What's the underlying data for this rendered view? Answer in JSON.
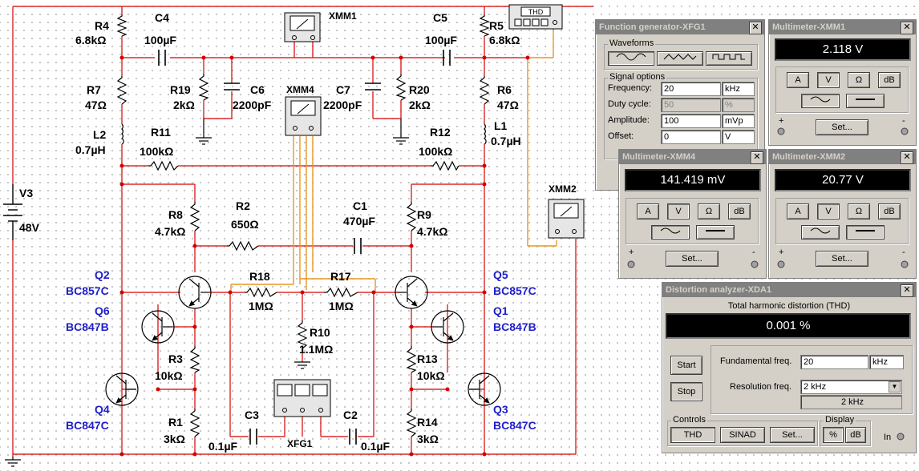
{
  "schematic": {
    "components": {
      "r4": {
        "name": "R4",
        "value": "6.8kΩ"
      },
      "c4": {
        "name": "C4",
        "value": "100µF"
      },
      "r7": {
        "name": "R7",
        "value": "47Ω"
      },
      "r19": {
        "name": "R19",
        "value": "2kΩ"
      },
      "c6": {
        "name": "C6",
        "value": "2200pF"
      },
      "c7": {
        "name": "C7",
        "value": "2200pF"
      },
      "r20": {
        "name": "R20",
        "value": "2kΩ"
      },
      "c5": {
        "name": "C5",
        "value": "100µF"
      },
      "r5": {
        "name": "R5",
        "value": "6.8kΩ"
      },
      "r6": {
        "name": "R6",
        "value": "47Ω"
      },
      "l2": {
        "name": "L2",
        "value": "0.7µH"
      },
      "l1": {
        "name": "L1",
        "value": "0.7µH"
      },
      "r11": {
        "name": "R11",
        "value": "100kΩ"
      },
      "r12": {
        "name": "R12",
        "value": "100kΩ"
      },
      "v3": {
        "name": "V3",
        "value": "48V"
      },
      "r2": {
        "name": "R2",
        "value": "650Ω"
      },
      "c1": {
        "name": "C1",
        "value": "470µF"
      },
      "r8": {
        "name": "R8",
        "value": "4.7kΩ"
      },
      "r9": {
        "name": "R9",
        "value": "4.7kΩ"
      },
      "r18": {
        "name": "R18",
        "value": "1MΩ"
      },
      "r17": {
        "name": "R17",
        "value": "1MΩ"
      },
      "r10": {
        "name": "R10",
        "value": "1.1MΩ"
      },
      "r3": {
        "name": "R3",
        "value": "10kΩ"
      },
      "r13": {
        "name": "R13",
        "value": "10kΩ"
      },
      "r1": {
        "name": "R1",
        "value": "3kΩ"
      },
      "r14": {
        "name": "R14",
        "value": "3kΩ"
      },
      "c3": {
        "name": "C3",
        "value": "0.1µF"
      },
      "c2": {
        "name": "C2",
        "value": "0.1µF"
      },
      "q2": {
        "name": "Q2",
        "value": "BC857C"
      },
      "q6": {
        "name": "Q6",
        "value": "BC847B"
      },
      "q4": {
        "name": "Q4",
        "value": "BC847C"
      },
      "q5": {
        "name": "Q5",
        "value": "BC857C"
      },
      "q1": {
        "name": "Q1",
        "value": "BC847B"
      },
      "q3": {
        "name": "Q3",
        "value": "BC847C"
      }
    },
    "instruments": {
      "xmm1": "XMM1",
      "xmm4": "XMM4",
      "xmm2": "XMM2",
      "thd": "THD",
      "xfg1": "XFG1"
    }
  },
  "fg": {
    "title": "Function generator-XFG1",
    "waveforms_label": "Waveforms",
    "signal_options_label": "Signal options",
    "frequency_label": "Frequency:",
    "frequency_value": "20",
    "frequency_unit": "kHz",
    "duty_label": "Duty cycle:",
    "duty_value": "50",
    "duty_unit": "%",
    "amplitude_label": "Amplitude:",
    "amplitude_value": "100",
    "amplitude_unit": "mVp",
    "offset_label": "Offset:",
    "offset_value": "0",
    "offset_unit": "V"
  },
  "mm1": {
    "title": "Multimeter-XMM1",
    "reading": "2.118 V"
  },
  "mm4": {
    "title": "Multimeter-XMM4",
    "reading": "141.419 mV"
  },
  "mm2": {
    "title": "Multimeter-XMM2",
    "reading": "20.77 V"
  },
  "mm_common": {
    "a": "A",
    "v": "V",
    "ohm": "Ω",
    "db": "dB",
    "set": "Set...",
    "plus": "+",
    "minus": "-"
  },
  "xda": {
    "title": "Distortion analyzer-XDA1",
    "heading": "Total harmonic distortion (THD)",
    "reading": "0.001 %",
    "start": "Start",
    "stop": "Stop",
    "fund_label": "Fundamental freq.",
    "fund_value": "20",
    "fund_unit": "kHz",
    "res_label": "Resolution freq.",
    "res_value": "2 kHz",
    "res_display": "2 kHz",
    "controls_label": "Controls",
    "thd_btn": "THD",
    "sinad_btn": "SINAD",
    "set_btn": "Set...",
    "display_label": "Display",
    "pct_btn": "%",
    "db_btn": "dB",
    "in_label": "In"
  },
  "colors": {
    "wire": "#d40000",
    "probe": "#e69624",
    "component_blue": "#1e1ec8",
    "titlebar": "#0a246a"
  }
}
